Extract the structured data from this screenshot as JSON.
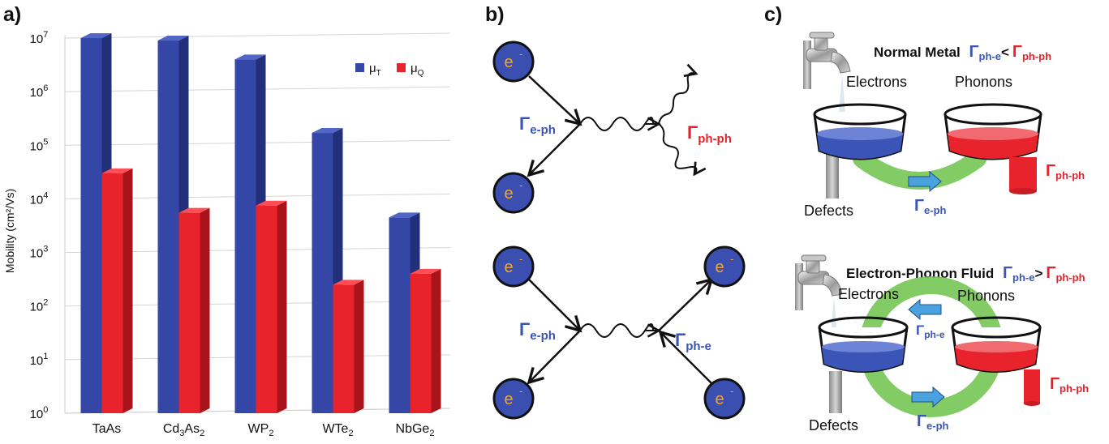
{
  "panels": {
    "a": "a)",
    "b": "b)",
    "c": "c)"
  },
  "chart_data": {
    "type": "bar",
    "ylabel": "Mobility (cm²/Vs)",
    "yscale": "log",
    "ylim": [
      1,
      10000000
    ],
    "yticks": [
      {
        "value": 1,
        "base": "10",
        "exp": "0"
      },
      {
        "value": 10,
        "base": "10",
        "exp": "1"
      },
      {
        "value": 100,
        "base": "10",
        "exp": "2"
      },
      {
        "value": 1000,
        "base": "10",
        "exp": "3"
      },
      {
        "value": 10000,
        "base": "10",
        "exp": "4"
      },
      {
        "value": 100000,
        "base": "10",
        "exp": "5"
      },
      {
        "value": 1000000,
        "base": "10",
        "exp": "6"
      },
      {
        "value": 10000000,
        "base": "10",
        "exp": "7"
      }
    ],
    "categories": [
      {
        "main": "TaAs",
        "sub": ""
      },
      {
        "main": "Cd",
        "sub": "3",
        "main2": "As",
        "sub2": "2"
      },
      {
        "main": "WP",
        "sub": "2"
      },
      {
        "main": "WTe",
        "sub": "2"
      },
      {
        "main": "NbGe",
        "sub": "2"
      }
    ],
    "series": [
      {
        "name": "μ",
        "sub": "T",
        "color": "#3447a6",
        "values": [
          10000000,
          9000000,
          4000000,
          170000,
          4500
        ]
      },
      {
        "name": "μ",
        "sub": "Q",
        "color": "#e8232b",
        "values": [
          30000,
          5500,
          7500,
          250,
          400
        ]
      }
    ],
    "grid": true,
    "legend_position": "top-right"
  },
  "diagram_b": {
    "electron": "e",
    "electron_sup": "-",
    "gamma": "Γ",
    "top_left_label": "e-ph",
    "top_right_label": "ph-ph",
    "bottom_left_label": "e-ph",
    "bottom_right_label": "ph-e"
  },
  "diagram_c": {
    "top": {
      "title": "Normal Metal",
      "rel_left": "ph-e",
      "rel_op": "<",
      "rel_right": "ph-ph",
      "electrons": "Electrons",
      "phonons": "Phonons",
      "defects": "Defects",
      "flow": "e-ph",
      "sink": "ph-ph"
    },
    "bottom": {
      "title": "Electron-Phonon Fluid",
      "rel_left": "ph-e",
      "rel_op": ">",
      "rel_right": "ph-ph",
      "electrons": "Electrons",
      "phonons": "Phonons",
      "defects": "Defects",
      "flow_back": "ph-e",
      "flow": "e-ph",
      "sink": "ph-ph"
    },
    "gamma": "Γ",
    "colors": {
      "electron": "#3b54b8",
      "phonon": "#e8232b",
      "flow": "#6cc24a"
    }
  }
}
